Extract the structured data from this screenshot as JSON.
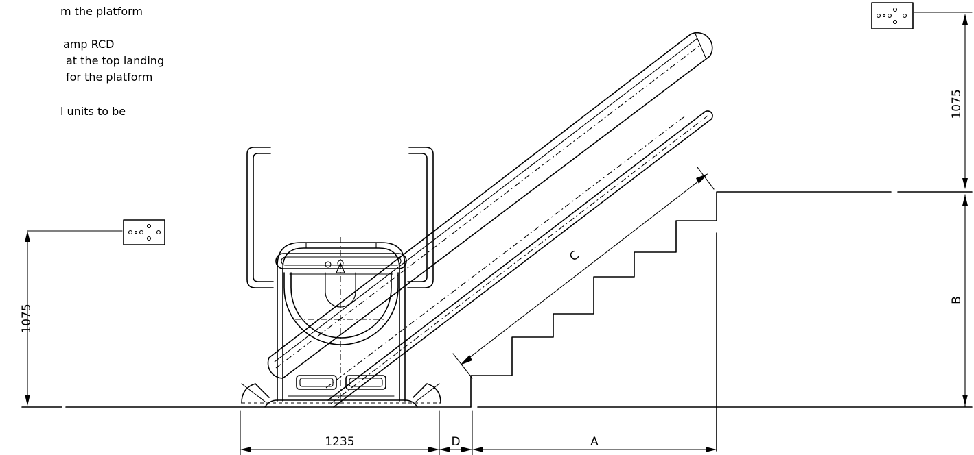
{
  "notes": [
    "m  the  platform",
    "amp  RCD",
    "at  the  top  landing",
    "for  the  platform",
    "l  units  to  be"
  ],
  "dimensions": {
    "platform_width": "1235",
    "gap": "D",
    "stair_going": "A",
    "stair_rise": "B",
    "stair_length": "C",
    "control_height_left": "1075",
    "control_height_right": "1075"
  }
}
